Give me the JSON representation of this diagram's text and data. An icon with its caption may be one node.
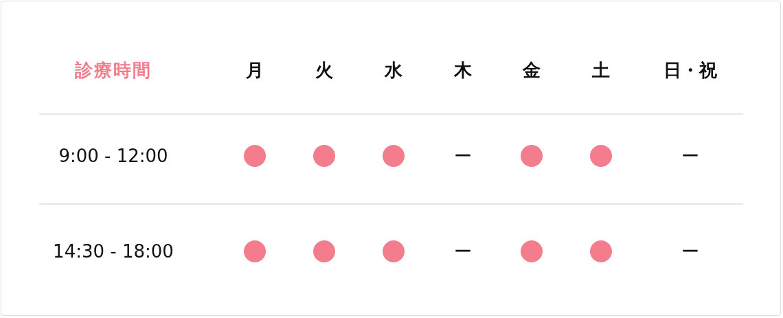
{
  "diagram": {
    "nodes": [
      {
        "text": [],
        "shape": "circle"
      },
      {
        "text": [],
        "shape": "circle"
      },
      {
        "text": [],
        "shape": "circle"
      },
      {
        "text": [],
        "shape": "circle"
      },
      {
        "text": [],
        "shape": "circle"
      },
      {
        "text": [],
        "shape": "circle"
      },
      {
        "text": [],
        "shape": "circle"
      },
      {
        "text": [],
        "shape": "circle"
      },
      {
        "text": [],
        "shape": "circle"
      },
      {
        "text": [],
        "shape": "circle"
      }
    ],
    "labels": [
      "診療時間",
      "月",
      "火",
      "水",
      "木",
      "金",
      "土",
      "日・祝",
      "9:00 - 12:00",
      "ー",
      "ー",
      "14:30 - 18:00",
      "ー",
      "ー"
    ]
  }
}
